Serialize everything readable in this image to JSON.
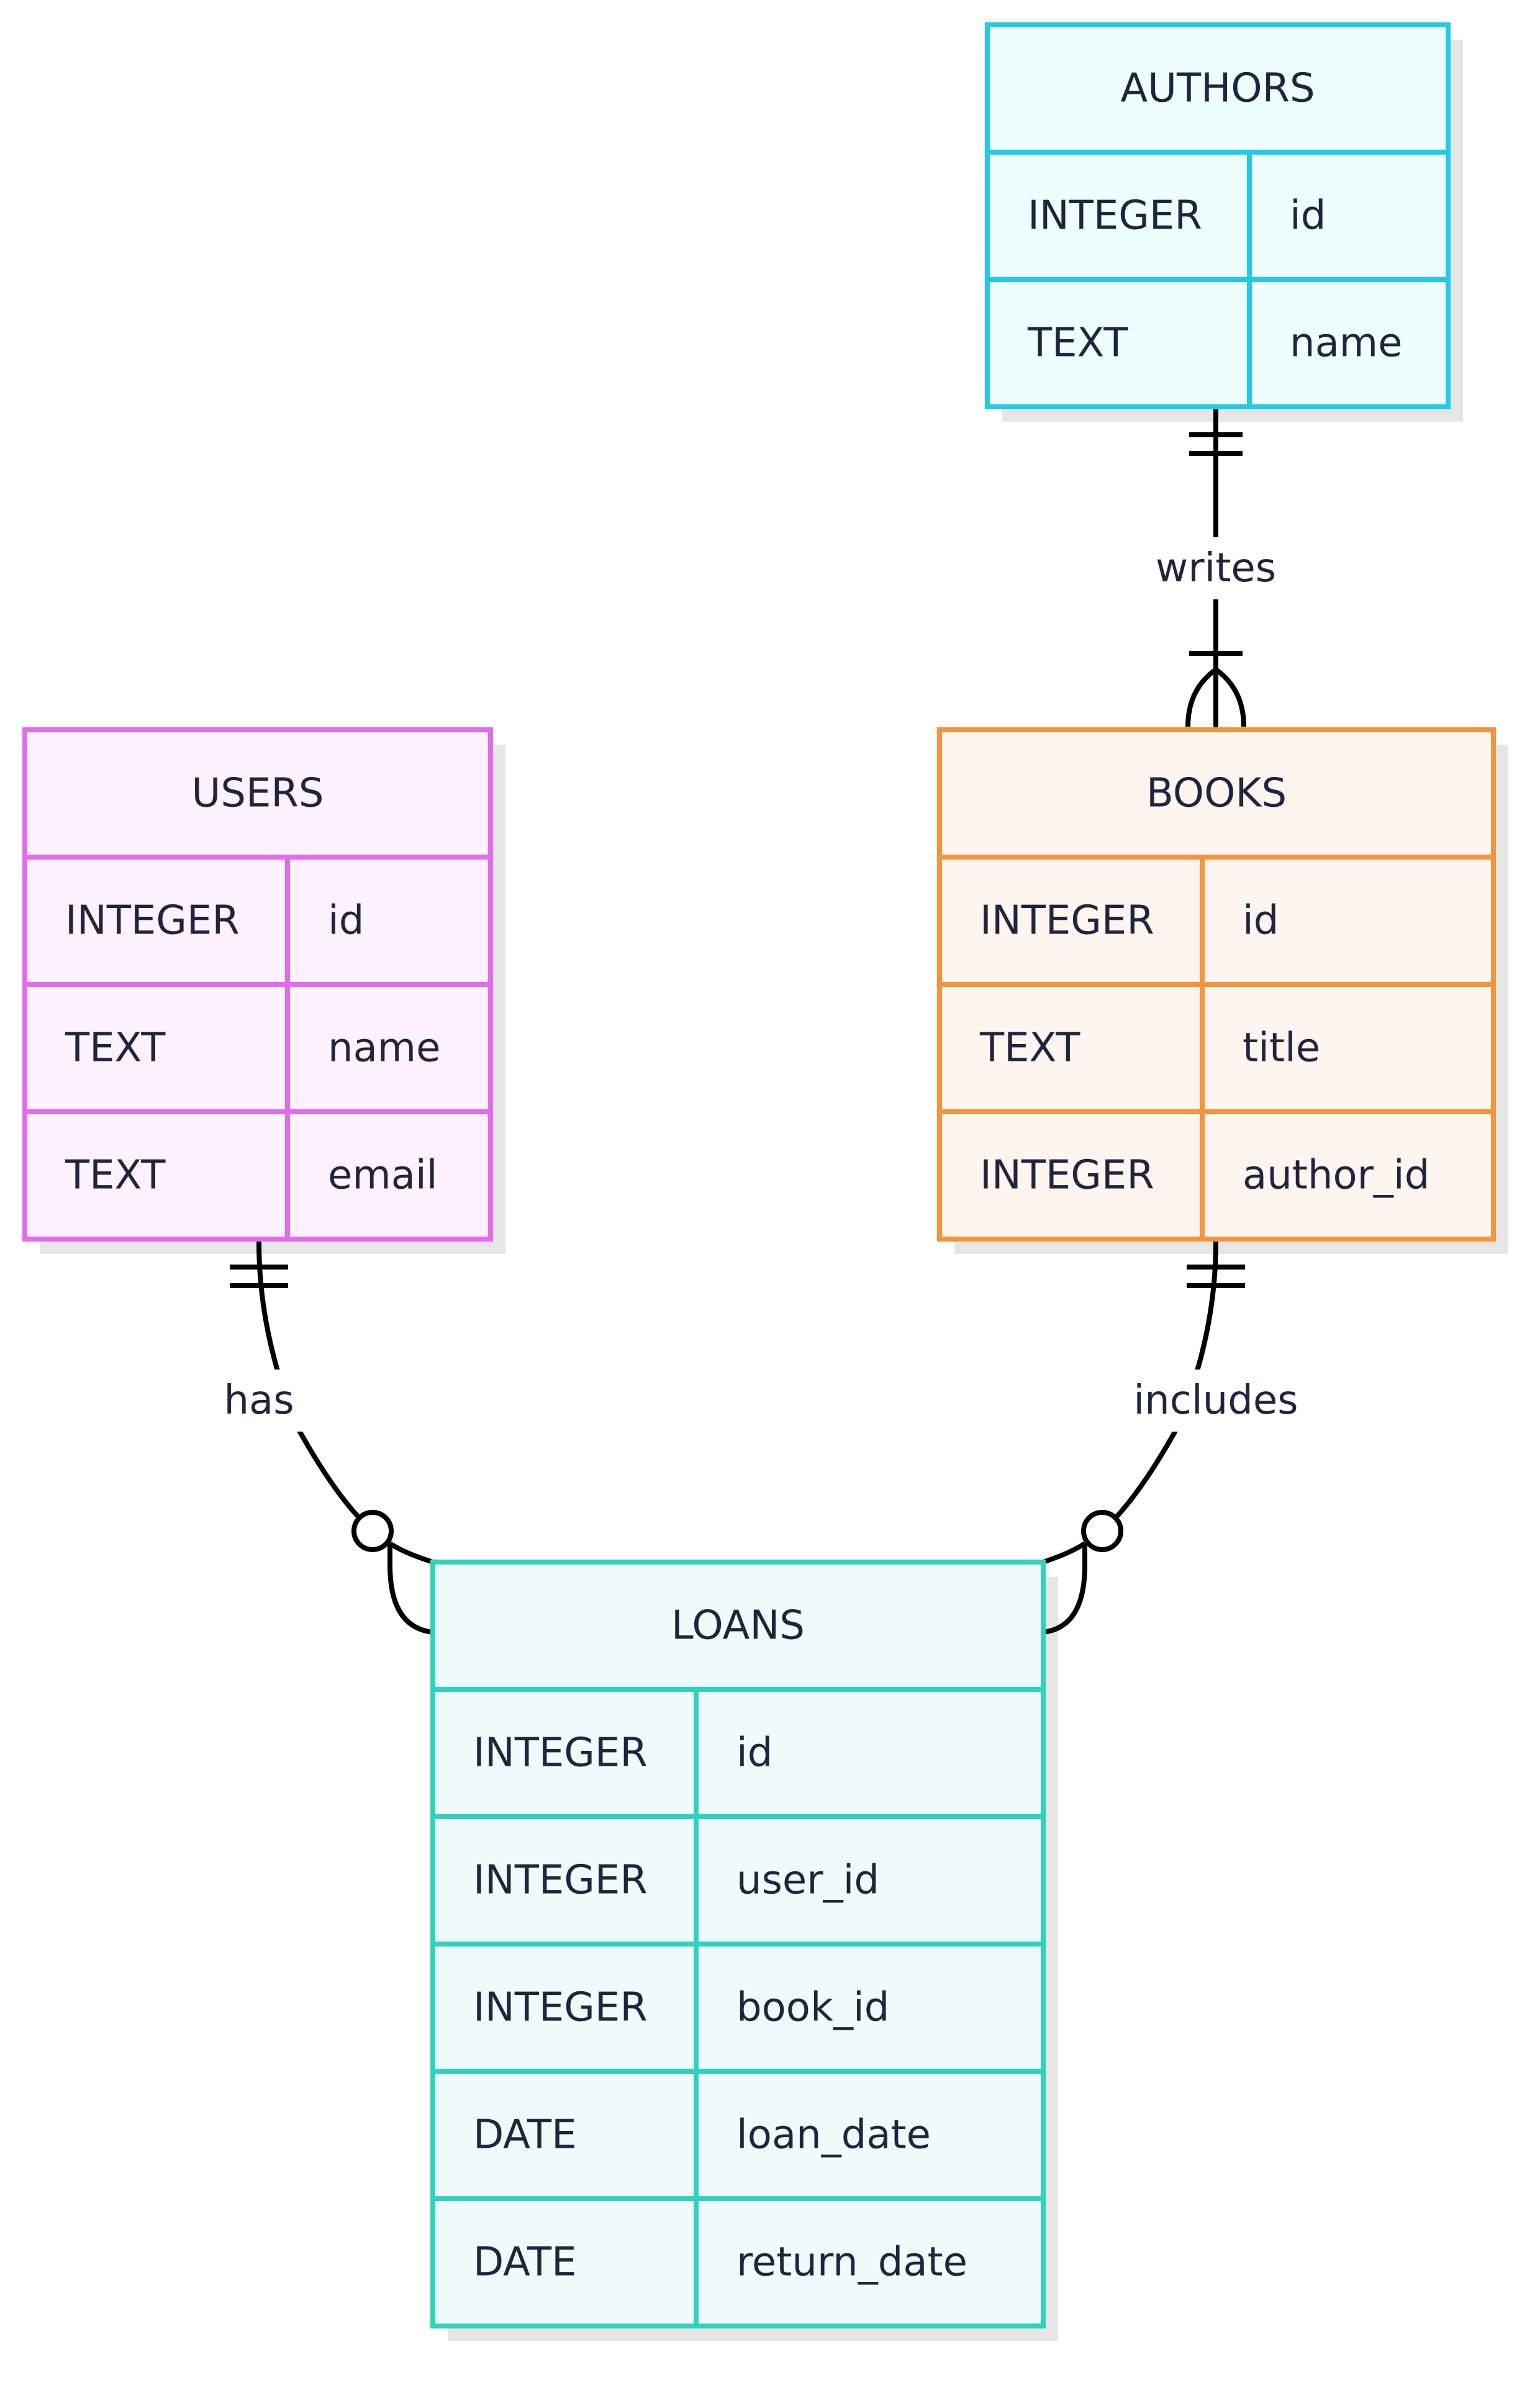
{
  "entities": {
    "authors": {
      "name": "AUTHORS",
      "color": "#22cbe4",
      "fill": "#eefdfd",
      "attributes": [
        {
          "type": "INTEGER",
          "name": "id"
        },
        {
          "type": "TEXT",
          "name": "name"
        }
      ]
    },
    "users": {
      "name": "USERS",
      "color": "#e36bef",
      "fill": "#fdf2fd",
      "attributes": [
        {
          "type": "INTEGER",
          "name": "id"
        },
        {
          "type": "TEXT",
          "name": "name"
        },
        {
          "type": "TEXT",
          "name": "email"
        }
      ]
    },
    "books": {
      "name": "BOOKS",
      "color": "#f3943f",
      "fill": "#fdf5ee",
      "attributes": [
        {
          "type": "INTEGER",
          "name": "id"
        },
        {
          "type": "TEXT",
          "name": "title"
        },
        {
          "type": "INTEGER",
          "name": "author_id"
        }
      ]
    },
    "loans": {
      "name": "LOANS",
      "color": "#2fd2bd",
      "fill": "#effbfa",
      "attributes": [
        {
          "type": "INTEGER",
          "name": "id"
        },
        {
          "type": "INTEGER",
          "name": "user_id"
        },
        {
          "type": "INTEGER",
          "name": "book_id"
        },
        {
          "type": "DATE",
          "name": "loan_date"
        },
        {
          "type": "DATE",
          "name": "return_date"
        }
      ]
    }
  },
  "relationships": {
    "writes": {
      "label": "writes",
      "from": "AUTHORS",
      "to": "BOOKS",
      "from_cardinality": "exactly-one",
      "to_cardinality": "one-or-many"
    },
    "has": {
      "label": "has",
      "from": "USERS",
      "to": "LOANS",
      "from_cardinality": "exactly-one",
      "to_cardinality": "zero-or-many"
    },
    "includes": {
      "label": "includes",
      "from": "BOOKS",
      "to": "LOANS",
      "from_cardinality": "exactly-one",
      "to_cardinality": "zero-or-many"
    }
  }
}
